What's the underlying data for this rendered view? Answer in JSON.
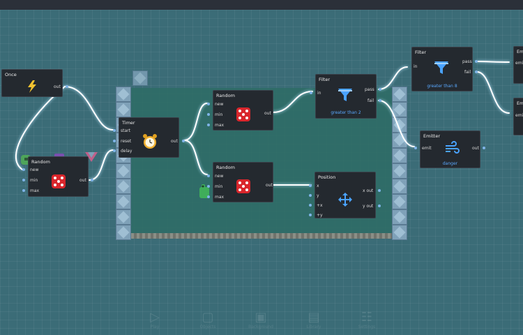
{
  "nodes": {
    "once": {
      "title": "Once",
      "out": "out"
    },
    "random_left": {
      "title": "Random",
      "new": "new",
      "min": "min",
      "max": "max",
      "out": "out"
    },
    "timer": {
      "title": "Timer",
      "start": "start",
      "reset": "reset",
      "delay": "delay",
      "out": "out"
    },
    "random_top": {
      "title": "Random",
      "new": "new",
      "min": "min",
      "max": "max",
      "out": "out"
    },
    "random_mid": {
      "title": "Random",
      "new": "new",
      "min": "min",
      "max": "max",
      "out": "out"
    },
    "position": {
      "title": "Position",
      "x": "x",
      "y": "y",
      "px": "+x",
      "py": "+y",
      "xout": "x out",
      "yout": "y out"
    },
    "filter1": {
      "title": "Filter",
      "in": "in",
      "pass": "pass",
      "fail": "fail",
      "sub": "greater than 2"
    },
    "filter2": {
      "title": "Filter",
      "in": "in",
      "pass": "pass",
      "fail": "fail",
      "sub": "greater than 8"
    },
    "emitter": {
      "title": "Emitter",
      "emit": "emit",
      "out": "out",
      "sub": "danger"
    },
    "em_a": {
      "title": "Em",
      "emit": "emit"
    },
    "em_b": {
      "title": "Em",
      "emit": "emi"
    }
  },
  "dock": [
    {
      "label": "Play",
      "icon": "play-icon"
    },
    {
      "label": "Objects",
      "icon": "cube-icon"
    },
    {
      "label": "Background",
      "icon": "image-icon"
    },
    {
      "label": "Library",
      "icon": "bag-icon"
    },
    {
      "label": "Settings",
      "icon": "sliders-icon"
    }
  ],
  "colors": {
    "background": "#3b6c77",
    "node": "#24292f",
    "wire": "#ffffff",
    "accent": "#5aa9ff"
  }
}
